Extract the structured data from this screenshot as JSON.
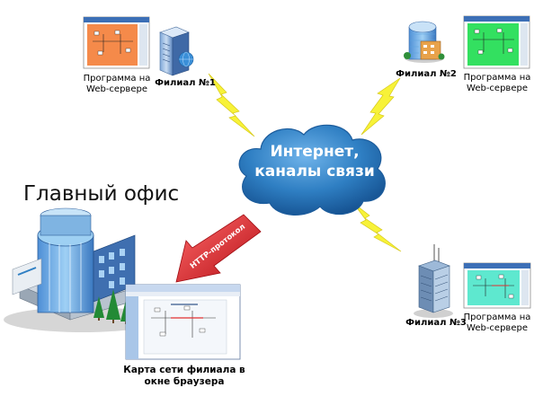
{
  "cloud": {
    "line1": "Интернет,",
    "line2": "каналы связи"
  },
  "main_office": {
    "title": "Главный офис",
    "caption_line1": "Карта сети филиала в",
    "caption_line2": "окне браузера"
  },
  "protocol": {
    "label": "HTTP-протокол"
  },
  "branches": [
    {
      "label": "Филиал №1",
      "program_line1": "Программа на",
      "program_line2": "Web-сервере",
      "screen_color": "#f58a4a"
    },
    {
      "label": "Филиал №2",
      "program_line1": "Программа на",
      "program_line2": "Web-сервере",
      "screen_color": "#33e060"
    },
    {
      "label": "Филиал №3",
      "program_line1": "Программа на",
      "program_line2": "Web-сервере",
      "screen_color": "#5ee8cf"
    }
  ],
  "colors": {
    "cloud": "#2f7fc3",
    "lightning": "#f7f238",
    "arrow": "#e2232a"
  },
  "icons": [
    "server-icon",
    "office-building-icon",
    "skyscraper-icon",
    "cloud-icon",
    "lightning-icon",
    "browser-window-icon"
  ]
}
